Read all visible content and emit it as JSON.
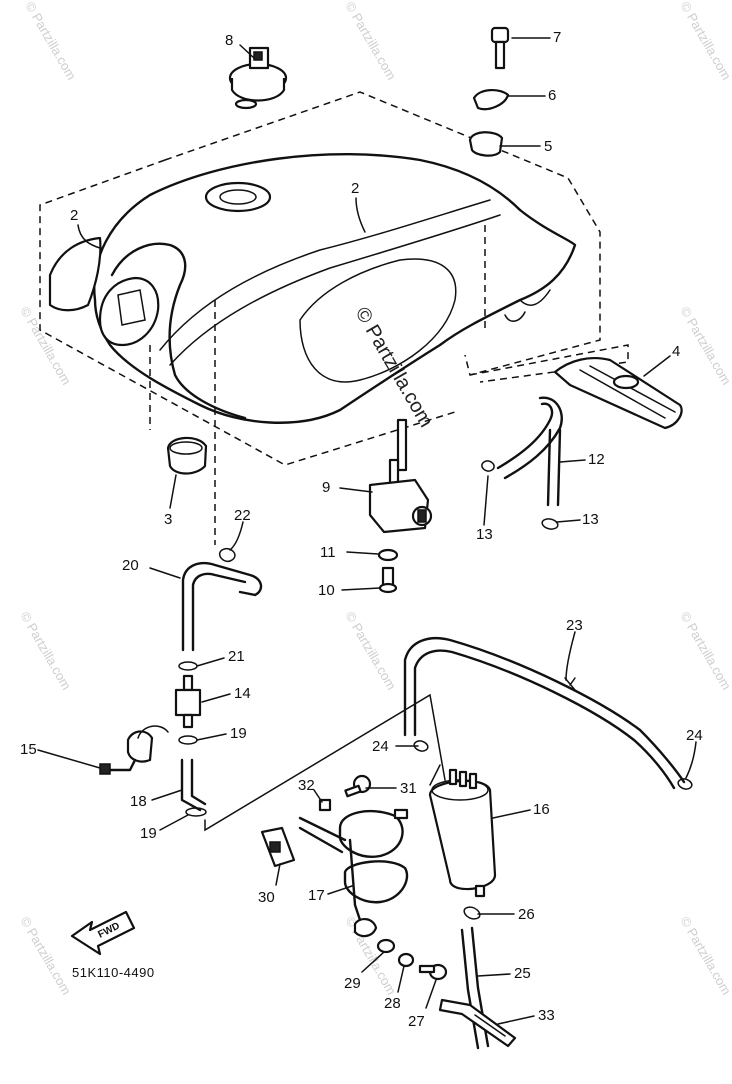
{
  "diagram": {
    "part_code": "51K110-4490",
    "fwd_label": "FWD",
    "watermark": "© Partzilla.com",
    "callouts": [
      {
        "id": "c1",
        "label": "8"
      },
      {
        "id": "c2",
        "label": "7"
      },
      {
        "id": "c3",
        "label": "6"
      },
      {
        "id": "c4",
        "label": "5"
      },
      {
        "id": "c5",
        "label": "2"
      },
      {
        "id": "c6",
        "label": "2"
      },
      {
        "id": "c7",
        "label": "4"
      },
      {
        "id": "c8",
        "label": "3"
      },
      {
        "id": "c9",
        "label": "22"
      },
      {
        "id": "c10",
        "label": "9"
      },
      {
        "id": "c11",
        "label": "12"
      },
      {
        "id": "c12",
        "label": "13"
      },
      {
        "id": "c13",
        "label": "13"
      },
      {
        "id": "c14",
        "label": "11"
      },
      {
        "id": "c15",
        "label": "10"
      },
      {
        "id": "c16",
        "label": "20"
      },
      {
        "id": "c17",
        "label": "21"
      },
      {
        "id": "c18",
        "label": "14"
      },
      {
        "id": "c19",
        "label": "15"
      },
      {
        "id": "c20",
        "label": "19"
      },
      {
        "id": "c21",
        "label": "18"
      },
      {
        "id": "c22",
        "label": "19"
      },
      {
        "id": "c23",
        "label": "23"
      },
      {
        "id": "c24",
        "label": "24"
      },
      {
        "id": "c25",
        "label": "24"
      },
      {
        "id": "c26",
        "label": "32"
      },
      {
        "id": "c27",
        "label": "31"
      },
      {
        "id": "c28",
        "label": "16"
      },
      {
        "id": "c29",
        "label": "30"
      },
      {
        "id": "c30",
        "label": "17"
      },
      {
        "id": "c31",
        "label": "26"
      },
      {
        "id": "c32",
        "label": "25"
      },
      {
        "id": "c33",
        "label": "29"
      },
      {
        "id": "c34",
        "label": "28"
      },
      {
        "id": "c35",
        "label": "27"
      },
      {
        "id": "c36",
        "label": "33"
      }
    ]
  }
}
